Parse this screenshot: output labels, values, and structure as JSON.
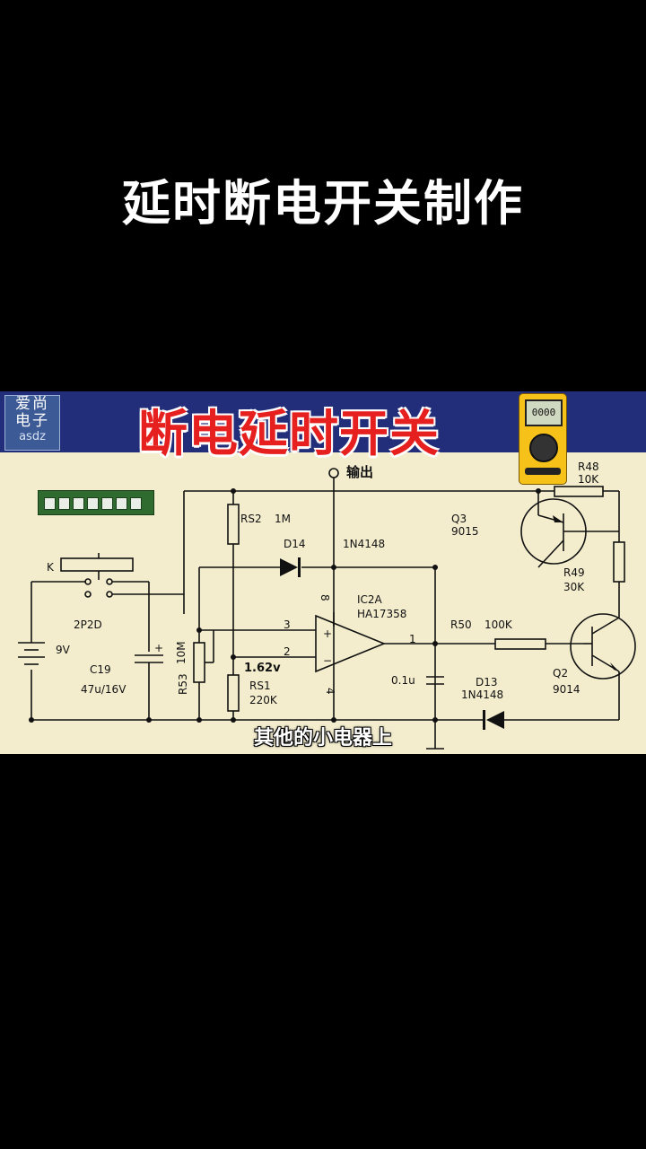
{
  "video_title": "延时断电开关制作",
  "subtitle": "其他的小电器上",
  "logo": {
    "line1": "爱尚",
    "line2": "电子",
    "line3": "asdz"
  },
  "banner_title": "断电延时开关",
  "meter_display": "0000",
  "labels": {
    "output": "输出",
    "rs2": "RS2",
    "rs2_value": "1M",
    "d14": "D14",
    "d14_part": "1N4148",
    "q3": "Q3",
    "q3_part": "9015",
    "r48": "R48",
    "r48_value": "10K",
    "k": "K",
    "r49": "R49",
    "r49_value": "30K",
    "pin8": "8",
    "ic": "IC2A",
    "ic_part": "HA17358",
    "relay": "2P2D",
    "pin3": "3",
    "pin1": "1",
    "r50": "R50",
    "r50_value": "100K",
    "battery": "9V",
    "plus": "+",
    "r53": "R53",
    "r53_value": "10M",
    "pin2": "2",
    "c19": "C19",
    "c19_value": "47u/16V",
    "voltage": "1.62v",
    "cap": "0.1u",
    "d13": "D13",
    "d13_part": "1N4148",
    "q2": "Q2",
    "q2_part": "9014",
    "rs1": "RS1",
    "rs1_value": "220K",
    "pin4": "4",
    "plus_in": "+",
    "minus_in": "−"
  }
}
